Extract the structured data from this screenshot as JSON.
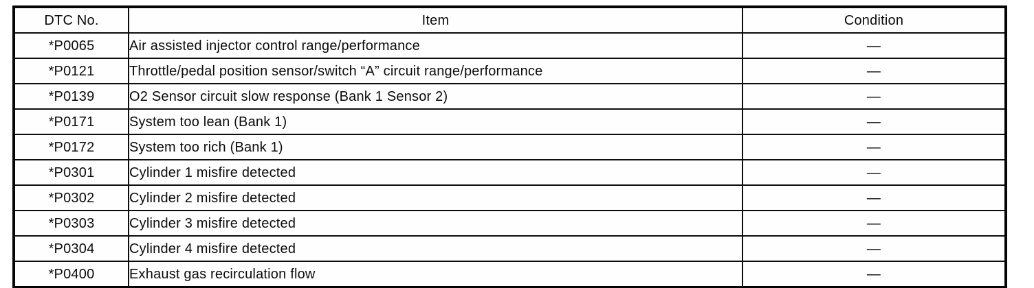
{
  "table": {
    "columns": [
      {
        "key": "dtc",
        "label": "DTC No.",
        "align": "center"
      },
      {
        "key": "item",
        "label": "Item",
        "align": "left"
      },
      {
        "key": "condition",
        "label": "Condition",
        "align": "center"
      }
    ],
    "rows": [
      {
        "dtc": "*P0065",
        "item": "Air assisted injector control range/performance",
        "condition": "—"
      },
      {
        "dtc": "*P0121",
        "item": "Throttle/pedal position sensor/switch “A” circuit range/performance",
        "condition": "—"
      },
      {
        "dtc": "*P0139",
        "item": "O2 Sensor circuit slow response (Bank 1 Sensor 2)",
        "condition": "—"
      },
      {
        "dtc": "*P0171",
        "item": "System too lean (Bank 1)",
        "condition": "—"
      },
      {
        "dtc": "*P0172",
        "item": "System too rich (Bank 1)",
        "condition": "—"
      },
      {
        "dtc": "*P0301",
        "item": "Cylinder 1 misfire detected",
        "condition": "—"
      },
      {
        "dtc": "*P0302",
        "item": "Cylinder 2 misfire detected",
        "condition": "—"
      },
      {
        "dtc": "*P0303",
        "item": "Cylinder 3 misfire detected",
        "condition": "—"
      },
      {
        "dtc": "*P0304",
        "item": "Cylinder 4 misfire detected",
        "condition": "—"
      },
      {
        "dtc": "*P0400",
        "item": "Exhaust gas recirculation flow",
        "condition": "—"
      }
    ]
  }
}
